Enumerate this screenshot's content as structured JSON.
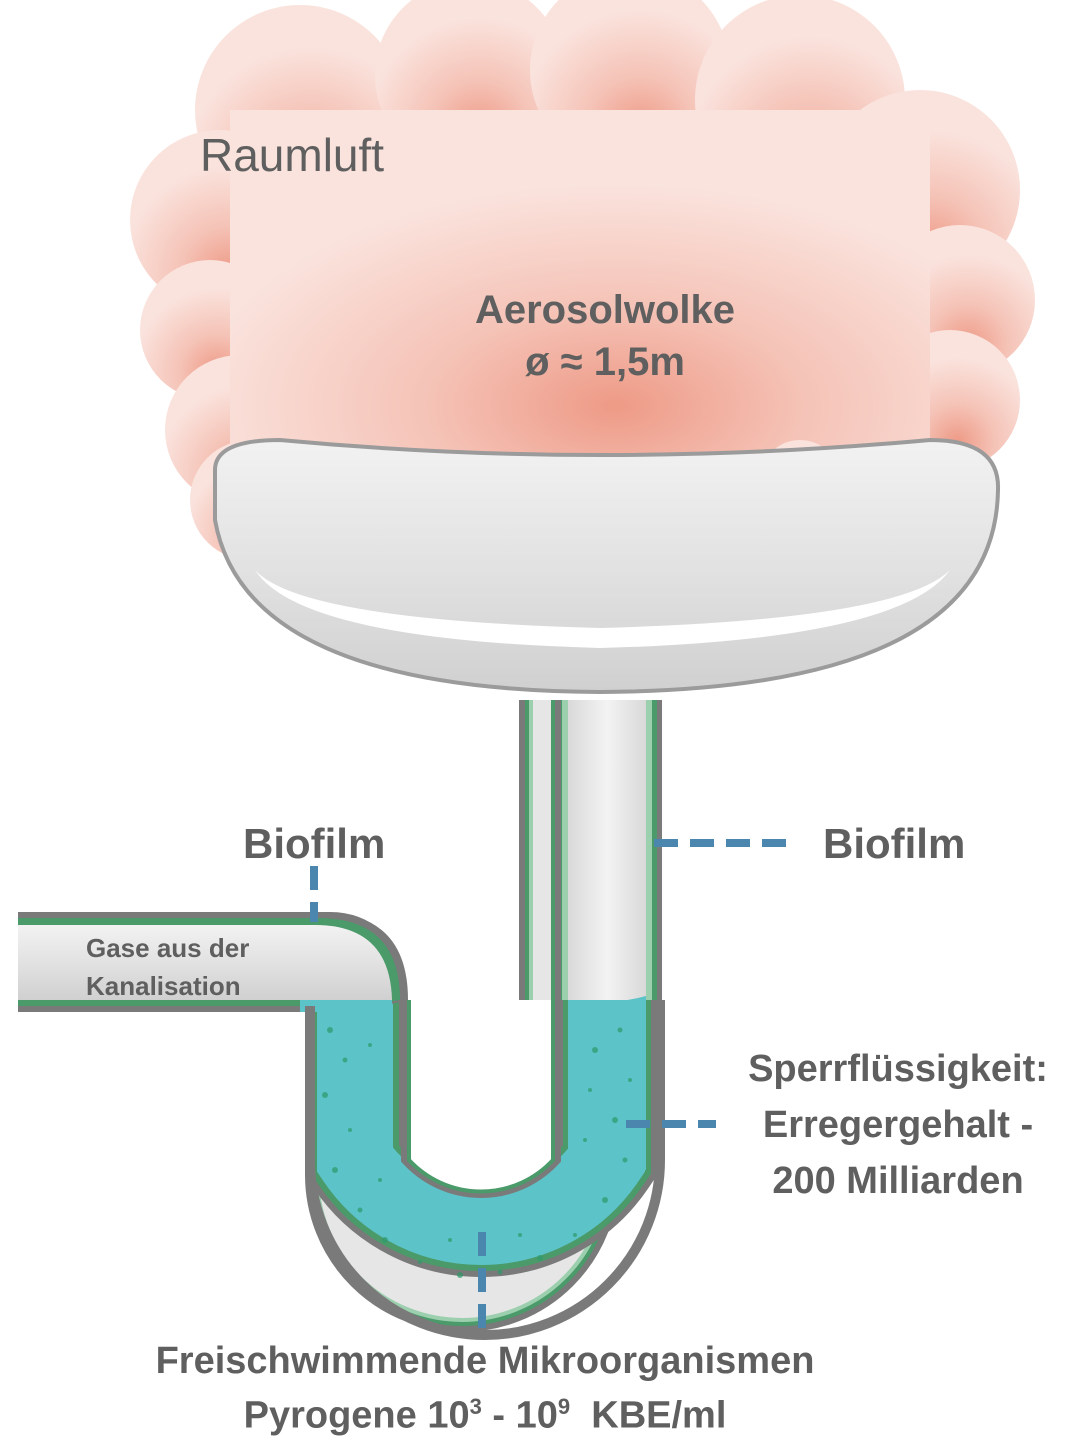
{
  "labels": {
    "room_air": "Raumluft",
    "aerosol_title": "Aerosolwolke",
    "aerosol_size": "ø ≈ 1,5m",
    "biofilm_left": "Biofilm",
    "biofilm_right": "Biofilm",
    "sewer_gas_line1": "Gase aus der",
    "sewer_gas_line2": "Kanalisation",
    "barrier_line1": "Sperrflüssigkeit:",
    "barrier_line2": "Erregergehalt -",
    "barrier_line3": "200 Milliarden",
    "microbes_line1": "Freischwimmende Mikroorganismen",
    "pyrogens_prefix": "Pyrogene 10",
    "pyrogens_exp1": "3",
    "pyrogens_mid": " - 10",
    "pyrogens_exp2": "9",
    "pyrogens_unit": "KBE/ml"
  },
  "colors": {
    "cloud": "#f4c2b8",
    "cloud_core": "#ee9a86",
    "pipe_outline": "#7a7a7a",
    "biofilm": "#4a9a6a",
    "pipe_inner": "#e6e6e6",
    "water": "#5cc3c8",
    "leader_line": "#4a86ad",
    "text": "#5f5f5f"
  }
}
